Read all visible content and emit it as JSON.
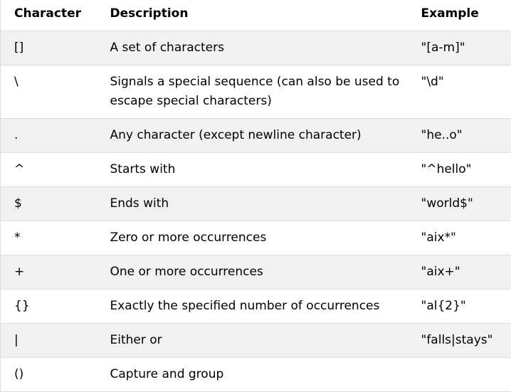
{
  "table": {
    "headers": [
      "Character",
      "Description",
      "Example"
    ],
    "rows": [
      {
        "character": "[]",
        "description": "A set of characters",
        "example": "\"[a-m]\""
      },
      {
        "character": "\\",
        "description": "Signals a special sequence (can also be used to escape special characters)",
        "example": "\"\\d\""
      },
      {
        "character": ".",
        "description": "Any character (except newline character)",
        "example": "\"he..o\""
      },
      {
        "character": "^",
        "description": "Starts with",
        "example": "\"^hello\""
      },
      {
        "character": "$",
        "description": "Ends with",
        "example": "\"world$\""
      },
      {
        "character": "*",
        "description": "Zero or more occurrences",
        "example": "\"aix*\""
      },
      {
        "character": "+",
        "description": "One or more occurrences",
        "example": "\"aix+\""
      },
      {
        "character": "{}",
        "description": "Exactly the specified number of occurrences",
        "example": "\"al{2}\""
      },
      {
        "character": "|",
        "description": "Either or",
        "example": "\"falls|stays\""
      },
      {
        "character": "()",
        "description": "Capture and group",
        "example": ""
      }
    ]
  },
  "colors": {
    "shaded_row": "#f1f1f1",
    "border": "#dddddd"
  }
}
